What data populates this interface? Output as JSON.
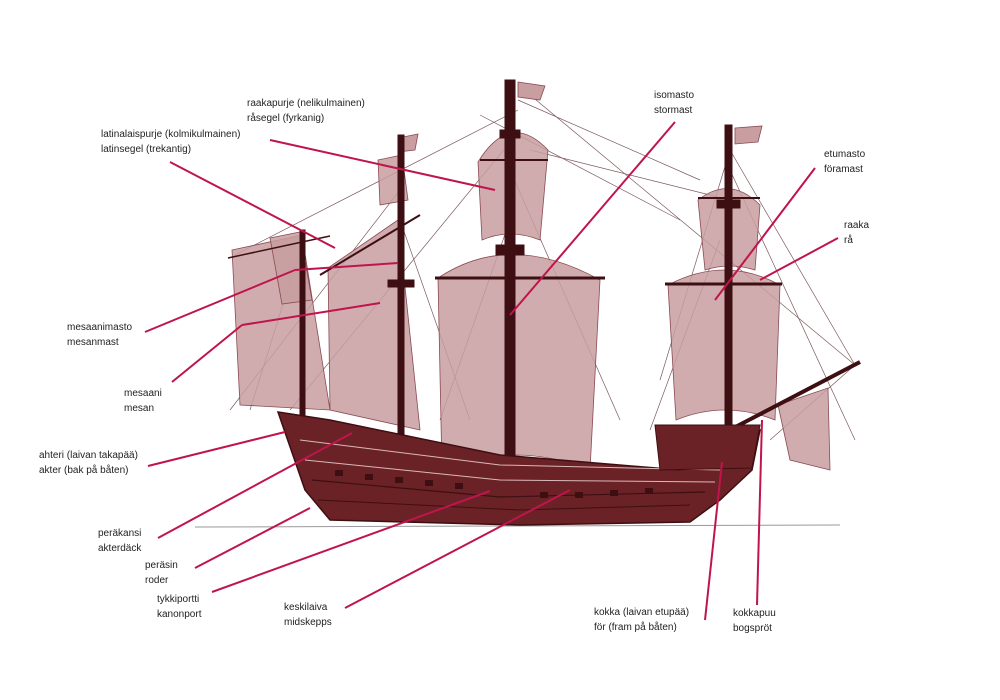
{
  "colors": {
    "leader_line": "#c0144c",
    "sail": "#c89ea0",
    "sail_stroke": "#8a4a52",
    "hull": "#6b2226",
    "hull_dark": "#3e0f12",
    "rigging": "#7d5a5e"
  },
  "labels": {
    "raakapurje": {
      "line1": "raakapurje (nelikulmainen)",
      "line2": "råsegel (fyrkanig)"
    },
    "latinalaispurje": {
      "line1": "latinalaispurje (kolmikulmainen)",
      "line2": "latinsegel (trekantig)"
    },
    "isomasto": {
      "line1": "isomasto",
      "line2": "stormast"
    },
    "etumasto": {
      "line1": "etumasto",
      "line2": "föramast"
    },
    "raaka": {
      "line1": "raaka",
      "line2": "rå"
    },
    "mesaanimasto": {
      "line1": "mesaanimasto",
      "line2": "mesanmast"
    },
    "mesaani": {
      "line1": "mesaani",
      "line2": "mesan"
    },
    "ahteri": {
      "line1": "ahteri (laivan takapää)",
      "line2": "akter (bak på båten)"
    },
    "perakansi": {
      "line1": "peräkansi",
      "line2": "akterdäck"
    },
    "perasin": {
      "line1": "peräsin",
      "line2": "roder"
    },
    "tykkiportti": {
      "line1": "tykkiportti",
      "line2": "kanonport"
    },
    "keskilaiva": {
      "line1": "keskilaiva",
      "line2": "midskepps"
    },
    "kokka": {
      "line1": "kokka (laivan etupää)",
      "line2": "för (fram på båten)"
    },
    "kokkapuu": {
      "line1": "kokkapuu",
      "line2": "bogspröt"
    }
  }
}
